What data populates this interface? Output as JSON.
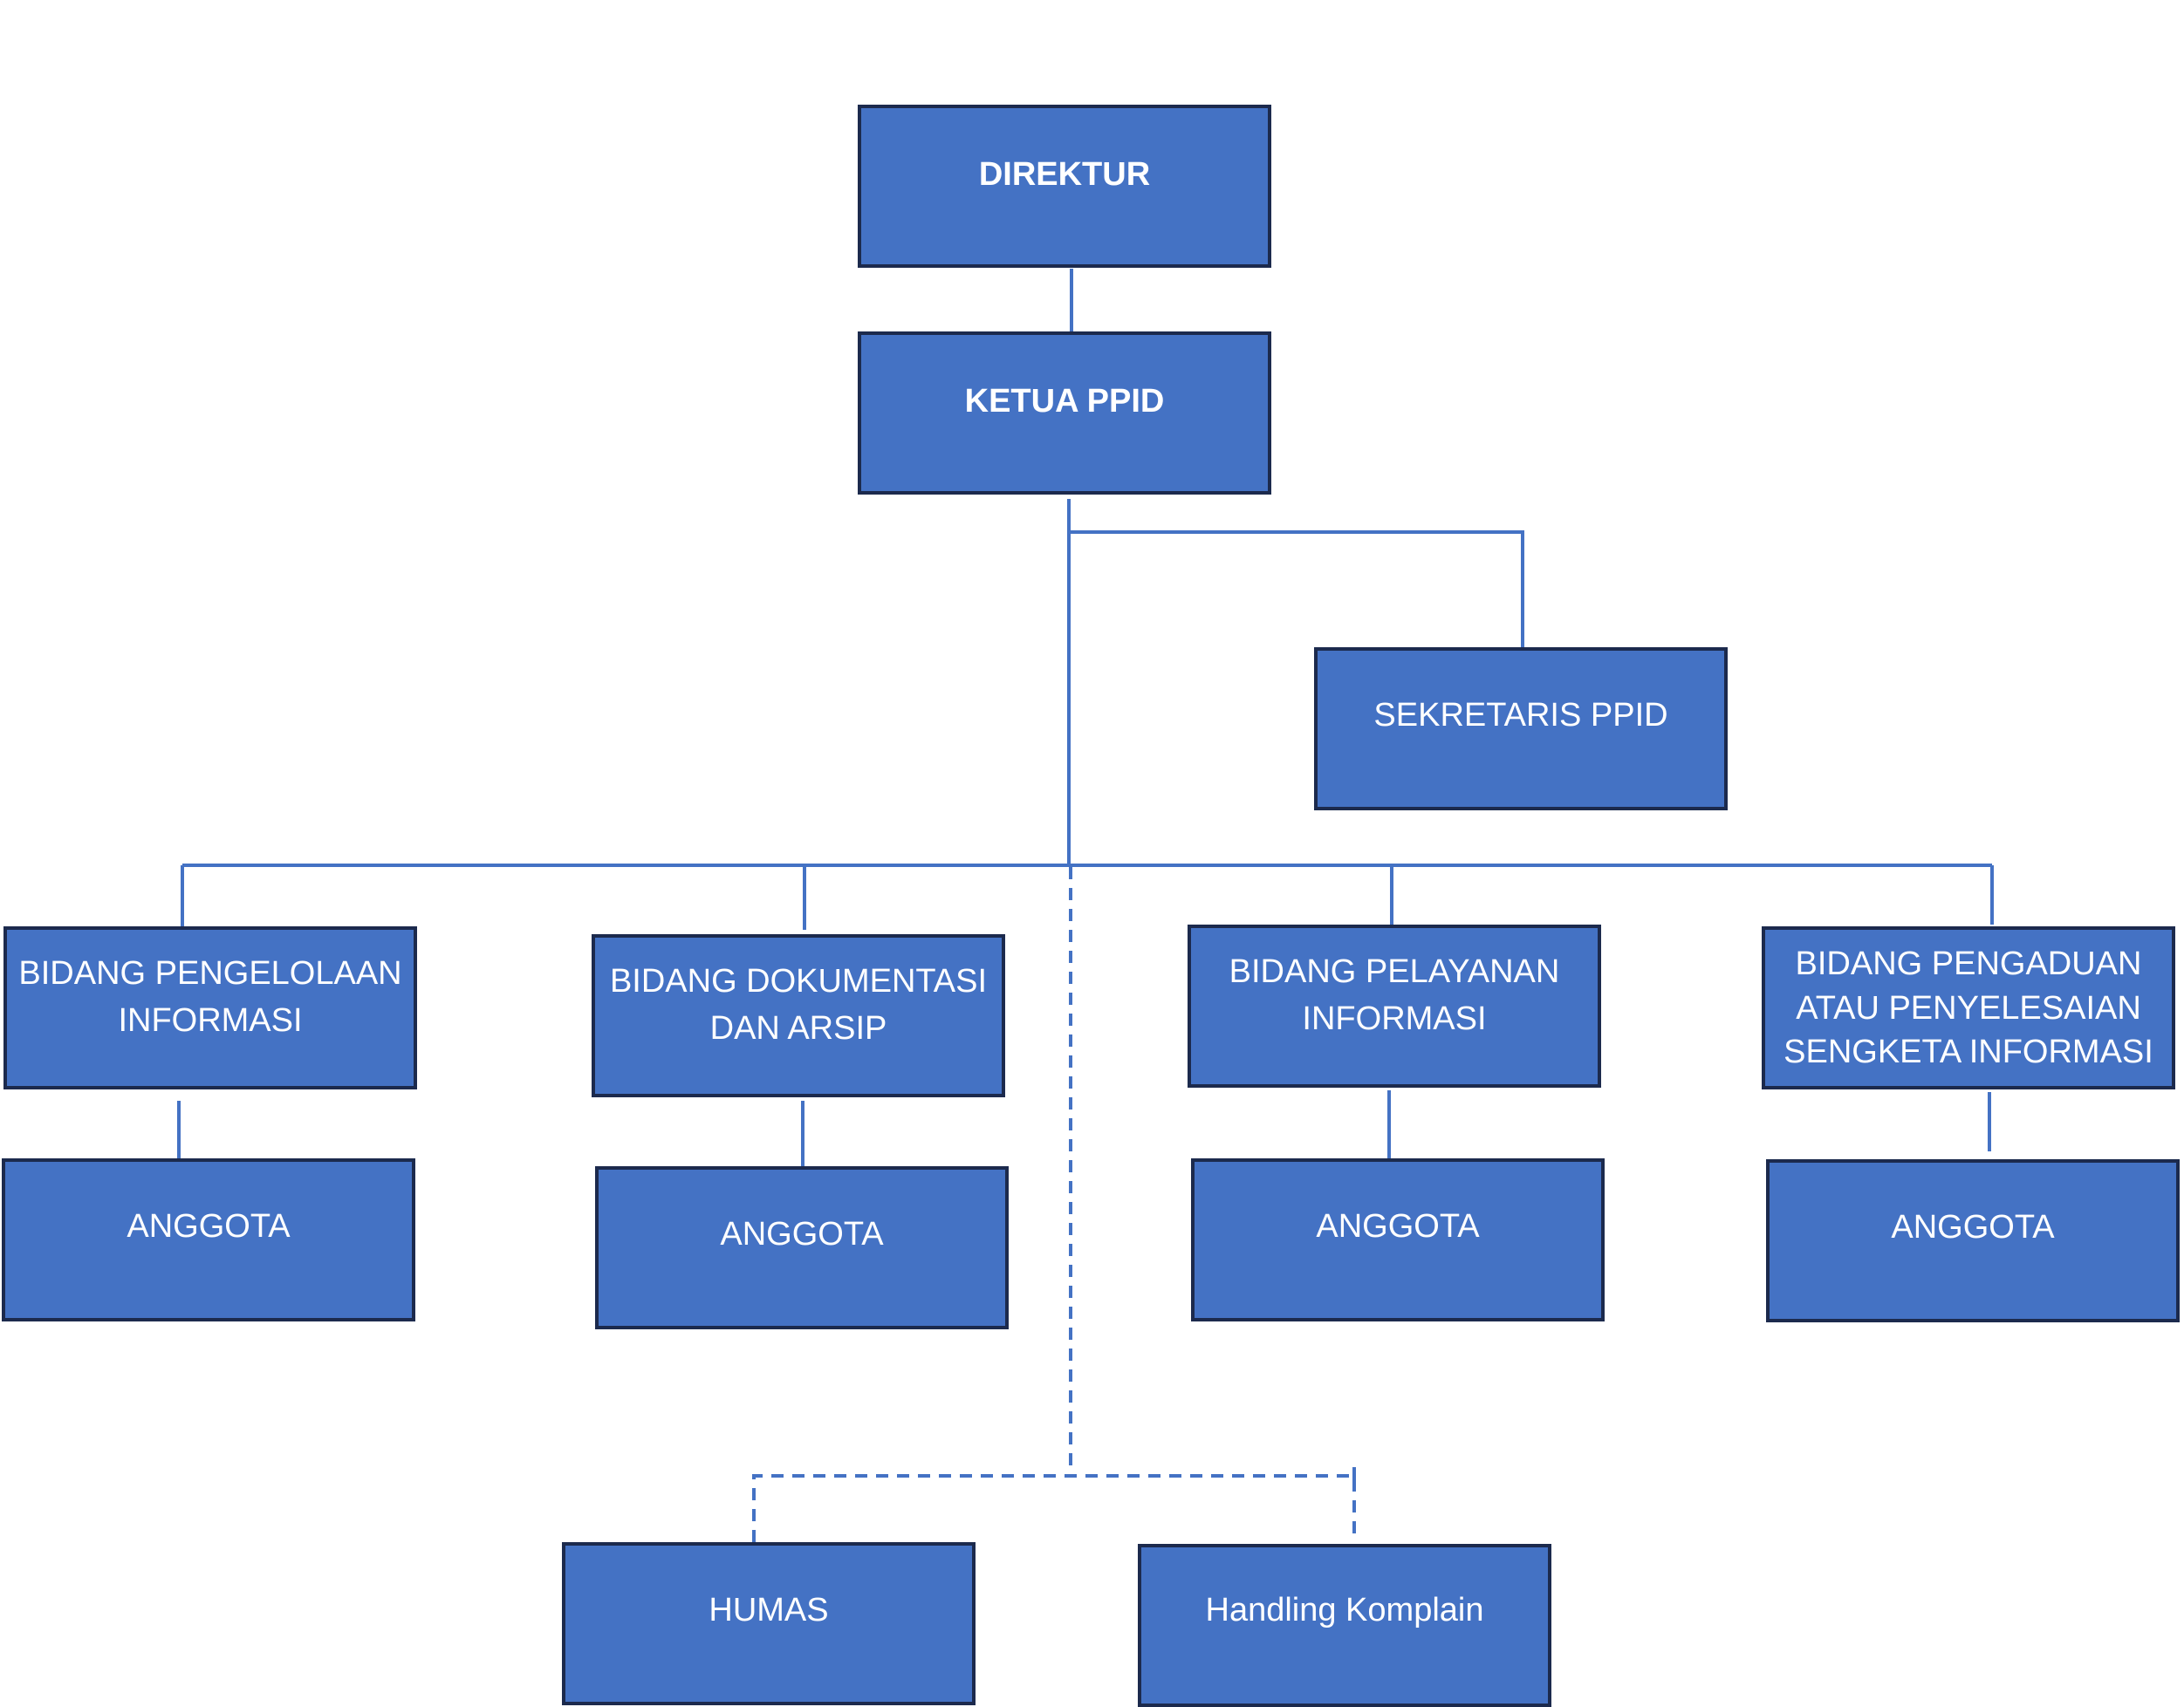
{
  "nodes": {
    "direktur": "DIREKTUR",
    "ketua": "KETUA PPID",
    "sekretaris": "SEKRETARIS PPID",
    "bidang1": "BIDANG PENGELOLAAN\nINFORMASI",
    "bidang2": "BIDANG DOKUMENTASI\nDAN ARSIP",
    "bidang3": "BIDANG PELAYANAN\nINFORMASI",
    "bidang4": "BIDANG PENGADUAN\nATAU PENYELESAIAN\nSENGKETA INFORMASI",
    "anggota": "ANGGOTA",
    "humas": "HUMAS",
    "handling": "Handling Komplain"
  },
  "colors": {
    "box_fill": "#4472c4",
    "box_border": "#1c2a4d",
    "line": "#4472c4",
    "text": "#ffffff"
  }
}
